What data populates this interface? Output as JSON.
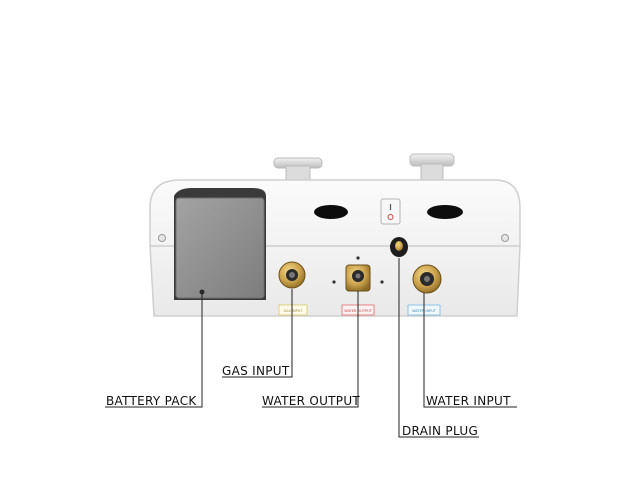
{
  "labels": {
    "battery_pack": "BATTERY PACK",
    "gas_input": "GAS INPUT",
    "water_output": "WATER OUTPUT",
    "water_input": "WATER INPUT",
    "drain_plug": "DRAIN PLUG"
  },
  "tags": {
    "gas": "GAS INPUT",
    "water_output": "WATER OUTPUT",
    "water_input": "WATER INPUT"
  },
  "colors": {
    "body": "#f4f4f4",
    "body_outline": "#d8d8d8",
    "battery": "#8f8f8f",
    "brass": "#c9a04a",
    "leader_line": "#222222",
    "tag_gas": "#d9c96a",
    "tag_output": "#e06a6a",
    "tag_input": "#7ab8e0"
  }
}
